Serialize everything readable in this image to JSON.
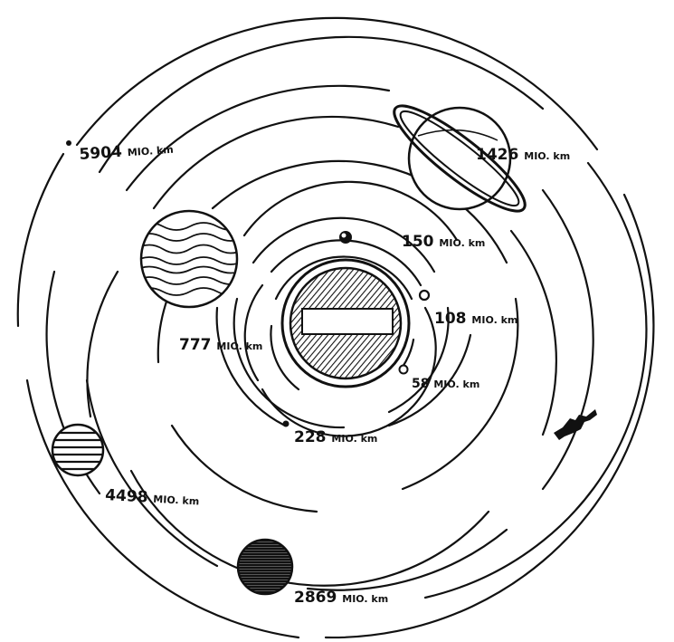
{
  "distances": {
    "mercury": {
      "value": "58",
      "unit": "MIO. km"
    },
    "venus": {
      "value": "108",
      "unit": "MIO. km"
    },
    "earth": {
      "value": "150",
      "unit": "MIO. km"
    },
    "mars": {
      "value": "228",
      "unit": "MIO. km"
    },
    "jupiter": {
      "value": "777",
      "unit": "MIO. km"
    },
    "saturn": {
      "value": "1426",
      "unit": "MIO. km"
    },
    "uranus": {
      "value": "2869",
      "unit": "MIO. km"
    },
    "neptune": {
      "value": "4498",
      "unit": "MIO. km"
    },
    "pluto": {
      "value": "5904",
      "unit": "MIO. km"
    }
  },
  "colors": {
    "ink": "#111111",
    "paper": "#ffffff"
  }
}
